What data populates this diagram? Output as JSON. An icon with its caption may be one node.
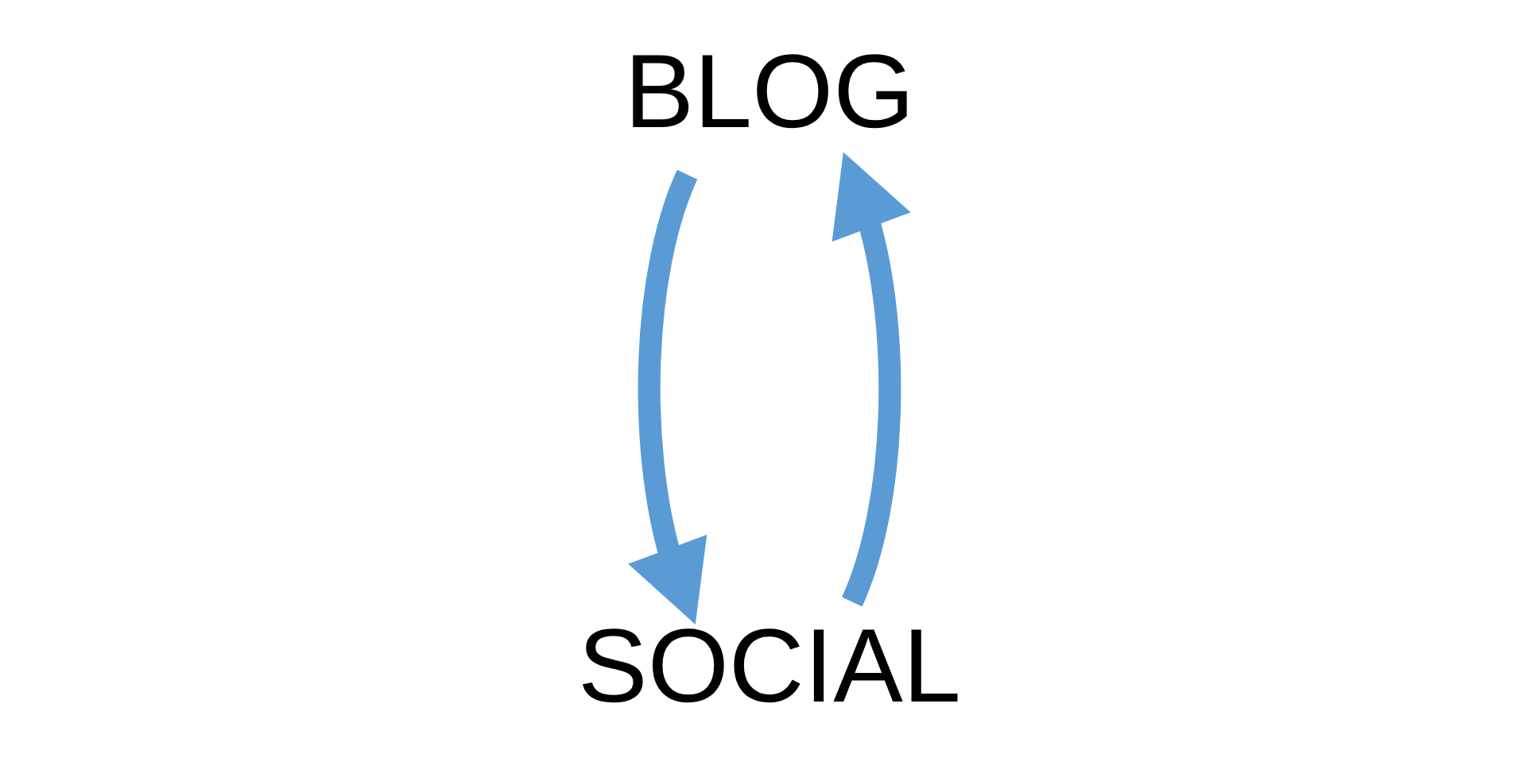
{
  "diagram": {
    "nodes": [
      {
        "text": [
          "BLOG"
        ]
      },
      {
        "text": [
          "SOCIAL"
        ]
      }
    ],
    "edges": [
      {
        "from": 1,
        "to": 0,
        "arrow": "to"
      },
      {
        "from": 0,
        "to": 1,
        "arrow": "to"
      }
    ]
  }
}
